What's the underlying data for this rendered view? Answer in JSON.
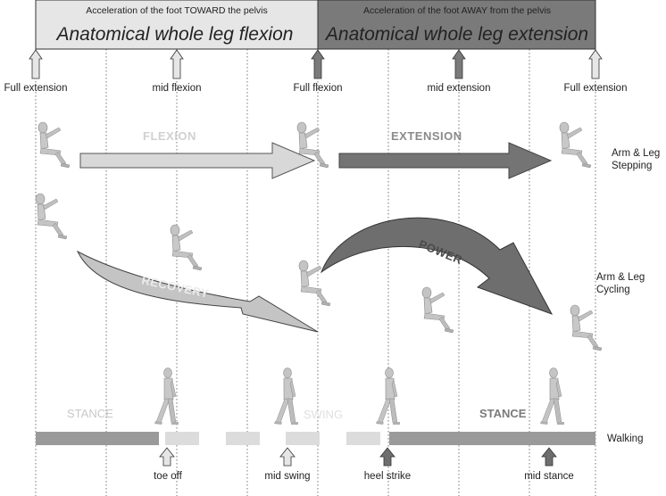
{
  "header": {
    "flexion_subtitle": "Acceleration of the foot TOWARD the pelvis",
    "flexion_title": "Anatomical whole leg flexion",
    "extension_subtitle": "Acceleration of the foot AWAY from the pelvis",
    "extension_title": "Anatomical whole leg extension"
  },
  "phase_labels": [
    "Full extension",
    "mid flexion",
    "Full flexion",
    "mid extension",
    "Full extension"
  ],
  "row_labels": {
    "stepping_line1": "Arm & Leg",
    "stepping_line2": "Stepping",
    "cycling_line1": "Arm & Leg",
    "cycling_line2": "Cycling",
    "walking": "Walking"
  },
  "arrow_words": {
    "flexion": "FLEXION",
    "extension": "EXTENSION",
    "recovery": "RECOVERY",
    "power": "POWER"
  },
  "gait_labels": {
    "stance_left": "STANCE",
    "swing": "SWING",
    "stance_right": "STANCE"
  },
  "gait_events": [
    "toe off",
    "mid swing",
    "heel strike",
    "mid stance"
  ],
  "colors": {
    "flexion_header": "#e6e6e6",
    "extension_header": "#7a7a7a",
    "light_arrow": "#d8d8d8",
    "dark_arrow": "#747474",
    "stance_bar": "#9a9a9a",
    "swing_bar": "#dcdcdc",
    "figure": "#bdbdbd"
  }
}
